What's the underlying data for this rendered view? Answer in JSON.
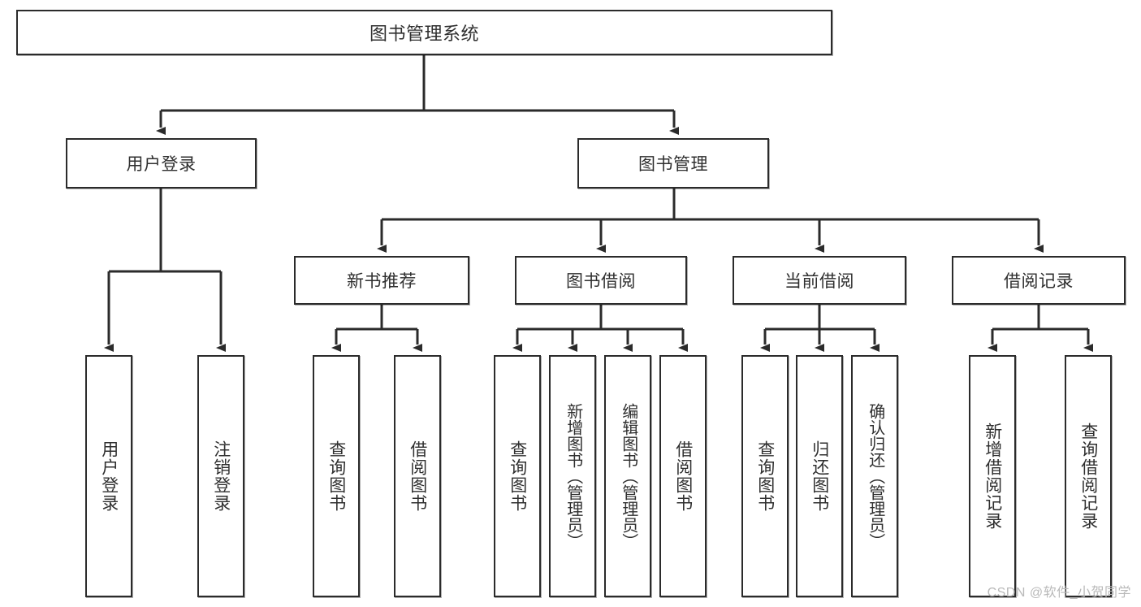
{
  "diagram": {
    "title": "图书管理系统",
    "type": "tree",
    "root": {
      "label": "图书管理系统"
    },
    "level2": [
      {
        "label": "用户登录"
      },
      {
        "label": "图书管理"
      }
    ],
    "level3": [
      {
        "label": "新书推荐"
      },
      {
        "label": "图书借阅"
      },
      {
        "label": "当前借阅"
      },
      {
        "label": "借阅记录"
      }
    ],
    "leaves": {
      "user_login": [
        {
          "label": "用户登录"
        },
        {
          "label": "注销登录"
        }
      ],
      "new_recommend": [
        {
          "label": "查询图书"
        },
        {
          "label": "借阅图书"
        }
      ],
      "book_borrow": [
        {
          "label": "查询图书"
        },
        {
          "label": "新增图书（管理员）"
        },
        {
          "label": "编辑图书（管理员）"
        },
        {
          "label": "借阅图书"
        }
      ],
      "current_borrow": [
        {
          "label": "查询图书"
        },
        {
          "label": "归还图书"
        },
        {
          "label": "确认归还（管理员）"
        }
      ],
      "borrow_records": [
        {
          "label": "新增借阅记录"
        },
        {
          "label": "查询借阅记录"
        }
      ]
    }
  },
  "watermark": {
    "text": "CSDN @软件_小贺同学"
  },
  "colors": {
    "background": "#ffffff",
    "box_border": "#2b2b2b",
    "text": "#2f2f2f",
    "connector": "#2b2b2b",
    "watermark": "#b9b9b9"
  }
}
